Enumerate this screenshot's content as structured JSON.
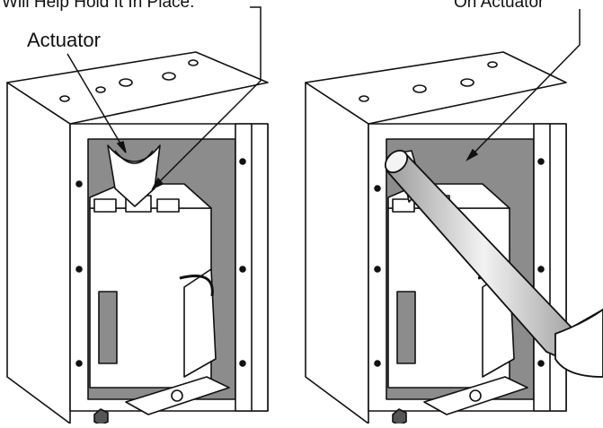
{
  "labels": {
    "top_left_partial": "Will Help Hold It In Place.",
    "actuator": "Actuator",
    "top_right_partial": "On Actuator"
  },
  "colors": {
    "outline": "#111111",
    "box_face": "#ffffff",
    "box_interior": "#8c8c8c",
    "mechanism": "#ffffff",
    "pipe_light": "#e6e6e6",
    "pipe_dark": "#9a9a9a"
  }
}
